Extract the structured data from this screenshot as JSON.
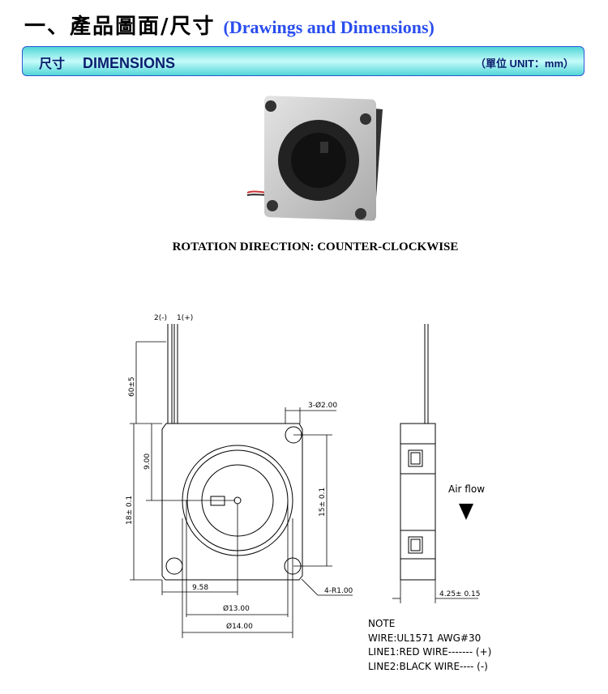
{
  "header": {
    "title_cjk": "一、產品圖面/尺寸",
    "title_en": "(Drawings and Dimensions)"
  },
  "banner": {
    "label_cjk": "尺寸",
    "label_en": "DIMENSIONS",
    "unit": "（單位 UNIT：mm）"
  },
  "photo": {
    "caption": "ROTATION DIRECTION: COUNTER-CLOCKWISE"
  },
  "drawing": {
    "wire_neg": "2(-)",
    "wire_pos": "1(+)",
    "wire_length": "60±5",
    "hole": "3-Ø2.00",
    "height": "18± 0.1",
    "hub_offset_v": "9.00",
    "hole_spacing": "15± 0.1",
    "hub_offset_h": "9.58",
    "inner_dia": "Ø13.00",
    "outer_dia": "Ø14.00",
    "corner_radius": "4-R1.00",
    "thickness": "4.25± 0.15",
    "airflow": "Air flow"
  },
  "notes": {
    "title": "NOTE",
    "wire": "WIRE:UL1571 AWG#30",
    "line1": "LINE1:RED WIRE------- (+)",
    "line2": "LINE2:BLACK WIRE---- (-)"
  }
}
